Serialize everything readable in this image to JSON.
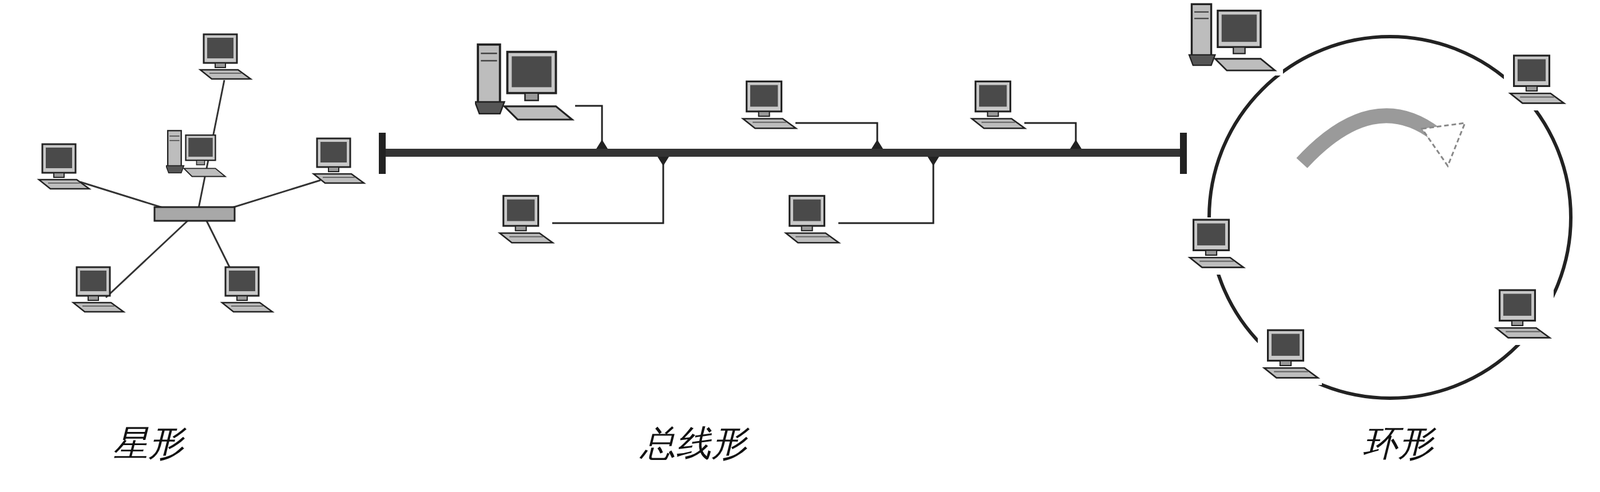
{
  "diagram": {
    "labels": [
      "星形",
      "总线形",
      "环形"
    ]
  }
}
